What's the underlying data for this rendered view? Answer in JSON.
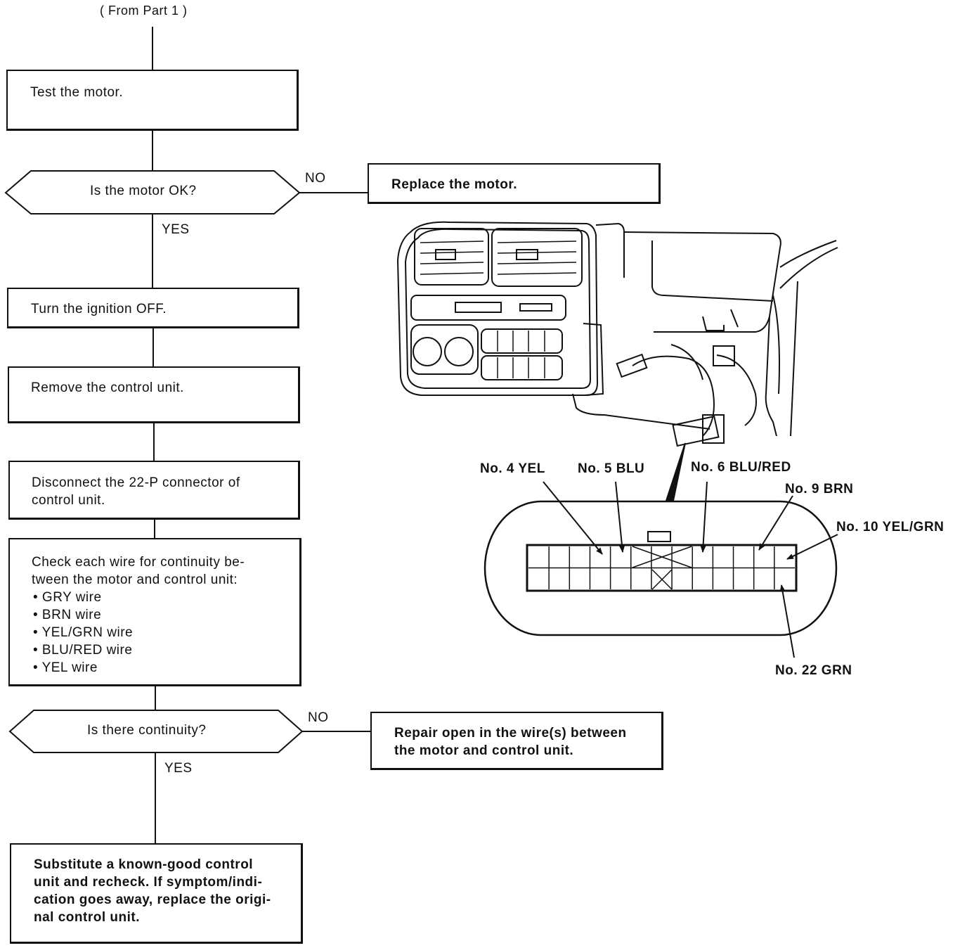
{
  "flow": {
    "from_part": "( From Part 1 )",
    "test_motor": "Test the motor.",
    "motor_ok": "Is the motor OK?",
    "no_1": "NO",
    "yes_1": "YES",
    "replace_motor": "Replace the motor.",
    "turn_ignition": "Turn the ignition OFF.",
    "remove_unit": "Remove the control unit.",
    "disconnect": "Disconnect the 22-P connector of\ncontrol unit.",
    "check_intro": "Check each wire for continuity be-\ntween the motor and control unit:",
    "wires": [
      "• GRY wire",
      "• BRN wire",
      "• YEL/GRN wire",
      "• BLU/RED wire",
      "• YEL wire"
    ],
    "continuity": "Is there continuity?",
    "no_2": "NO",
    "yes_2": "YES",
    "repair": "Repair open in the wire(s) between\nthe motor and control unit.",
    "substitute": "Substitute a known-good control\nunit and recheck. If symptom/indi-\ncation goes away, replace the origi-\nnal control unit."
  },
  "connector": {
    "pin4": "No. 4 YEL",
    "pin5": "No. 5 BLU",
    "pin6": "No. 6 BLU/RED",
    "pin9": "No. 9 BRN",
    "pin10": "No. 10 YEL/GRN",
    "pin22": "No. 22 GRN"
  }
}
